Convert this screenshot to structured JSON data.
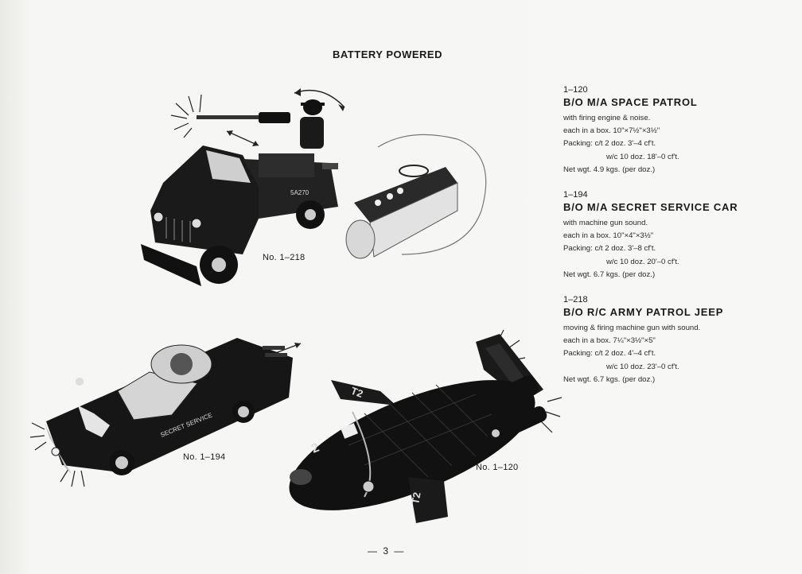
{
  "page_heading": "BATTERY POWERED",
  "products": [
    {
      "code": "1–120",
      "name": "B/O M/A SPACE PATROL",
      "lines": [
        "with firing engine & noise.",
        "each in a box. 10\"×7½\"×3½\"",
        "Packing: c/t 2 doz. 3'–4 cf't.",
        "w/c 10 doz. 18'–0 cf't.",
        "Net wgt. 4.9 kgs. (per doz.)"
      ]
    },
    {
      "code": "1–194",
      "name": "B/O M/A SECRET SERVICE CAR",
      "lines": [
        "with machine gun sound.",
        "each in a box. 10\"×4\"×3½\"",
        "Packing: c/t 2 doz. 3'–8 cf't.",
        "w/c 10 doz. 20'–0 cf't.",
        "Net wgt. 6.7 kgs. (per doz.)"
      ]
    },
    {
      "code": "1–218",
      "name": "B/O R/C ARMY PATROL JEEP",
      "lines": [
        "moving & firing machine gun with sound.",
        "each in a box. 7¼\"×3½\"×5\"",
        "Packing: c/t 2 doz. 4'–4 cf't.",
        "w/c 10 doz. 23'–0 cf't.",
        "Net wgt. 6.7 kgs. (per doz.)"
      ]
    }
  ],
  "captions": {
    "jeep": "No. 1–218",
    "car": "No. 1–194",
    "spaceship": "No. 1–120"
  },
  "toy_markings": {
    "jeep_plate": "5A270",
    "car_door": "SECRET SERVICE",
    "ship_fin": "T2",
    "ship_nose": "2"
  },
  "page_number": "— 3 —"
}
